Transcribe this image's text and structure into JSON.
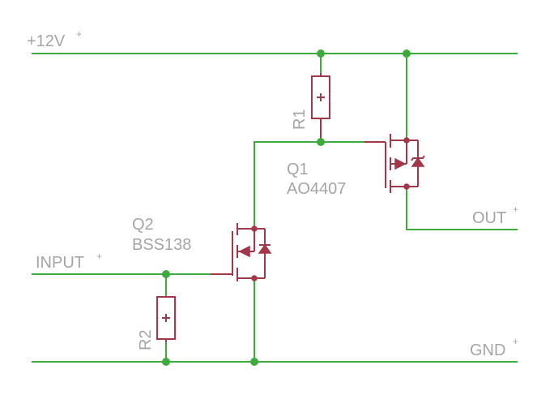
{
  "nets": {
    "vcc": "+12V",
    "input": "INPUT",
    "output": "OUT",
    "ground": "GND",
    "sup": "+"
  },
  "components": {
    "r1": {
      "designator": "R1"
    },
    "r2": {
      "designator": "R2"
    },
    "q1": {
      "designator": "Q1",
      "value": "AO4407"
    },
    "q2": {
      "designator": "Q2",
      "value": "BSS138"
    }
  },
  "colors": {
    "wire": "#3caa3c",
    "component": "#a0384a",
    "label": "#a5a5a5"
  }
}
